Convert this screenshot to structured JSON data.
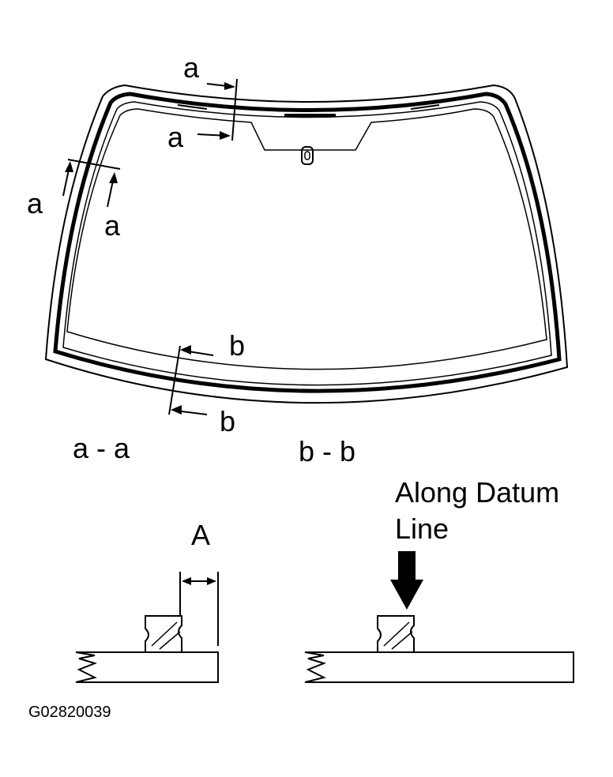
{
  "section_labels": {
    "a_top_outer": "a",
    "a_top_inner": "a",
    "a_left_outer": "a",
    "a_left_inner": "a",
    "b_bottom_top": "b",
    "b_bottom_low": "b"
  },
  "section_titles": {
    "aa": "a - a",
    "bb": "b - b"
  },
  "dimension_label": "A",
  "datum_label_line1": "Along Datum",
  "datum_label_line2": "Line",
  "figure_code": "G02820039",
  "icons": {
    "datum_arrow": "down-arrow-icon"
  }
}
